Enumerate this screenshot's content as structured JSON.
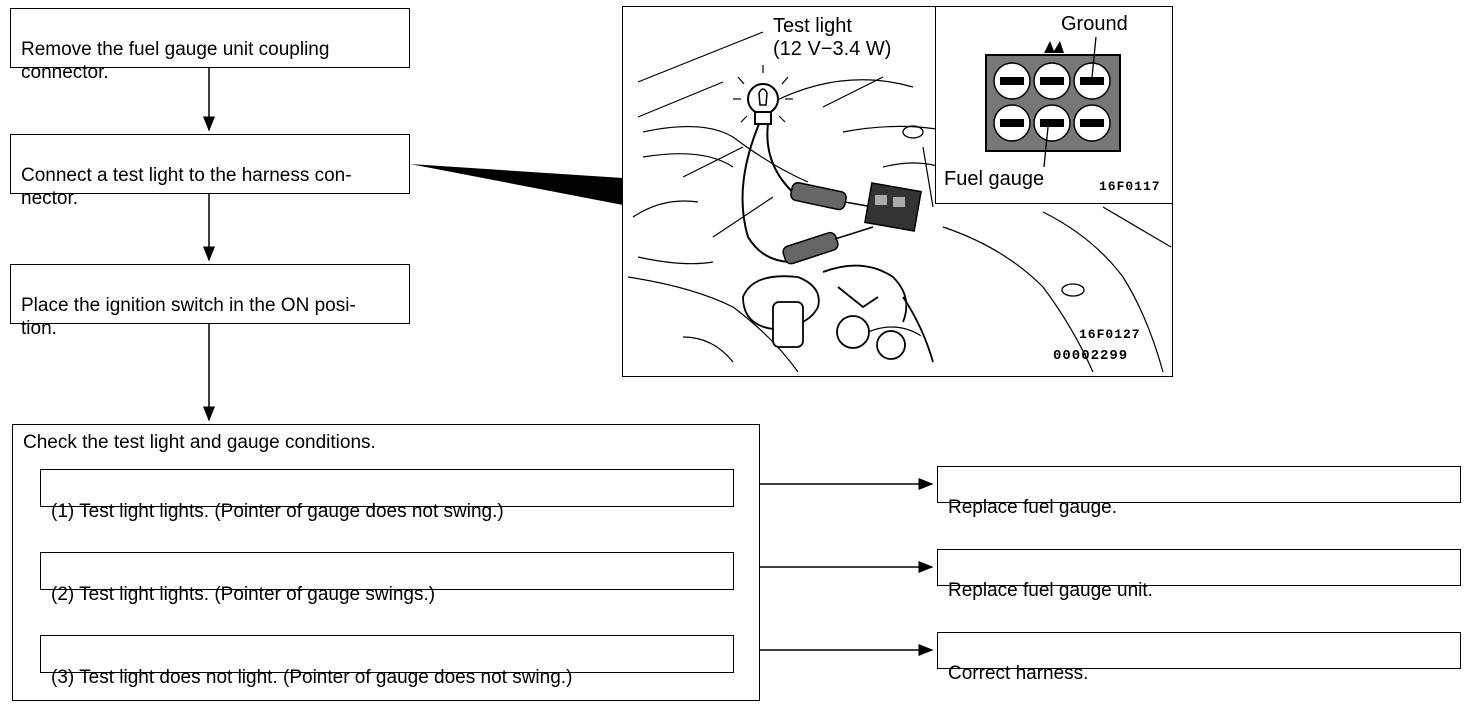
{
  "steps": {
    "step1": "Remove the fuel gauge unit coupling\nconnector.",
    "step2": "Connect a test light to the harness con-\nnector.",
    "step3": "Place the ignition switch in the ON posi-\ntion.",
    "check_title": "Check the test light and gauge conditions."
  },
  "conditions": [
    {
      "label": "(1) Test light lights. (Pointer of gauge does not swing.)",
      "result": "Replace fuel gauge."
    },
    {
      "label": "(2) Test light lights. (Pointer of gauge swings.)",
      "result": "Replace fuel gauge unit."
    },
    {
      "label": "(3) Test light does not light. (Pointer of gauge does not swing.)",
      "result": "Correct harness."
    }
  ],
  "illustration": {
    "test_light": "Test light\n(12 V−3.4 W)",
    "ground": "Ground",
    "fuel_gauge": "Fuel gauge",
    "code_inset": "16F0117",
    "code_main": "16F0127",
    "code_doc": "00002299"
  }
}
